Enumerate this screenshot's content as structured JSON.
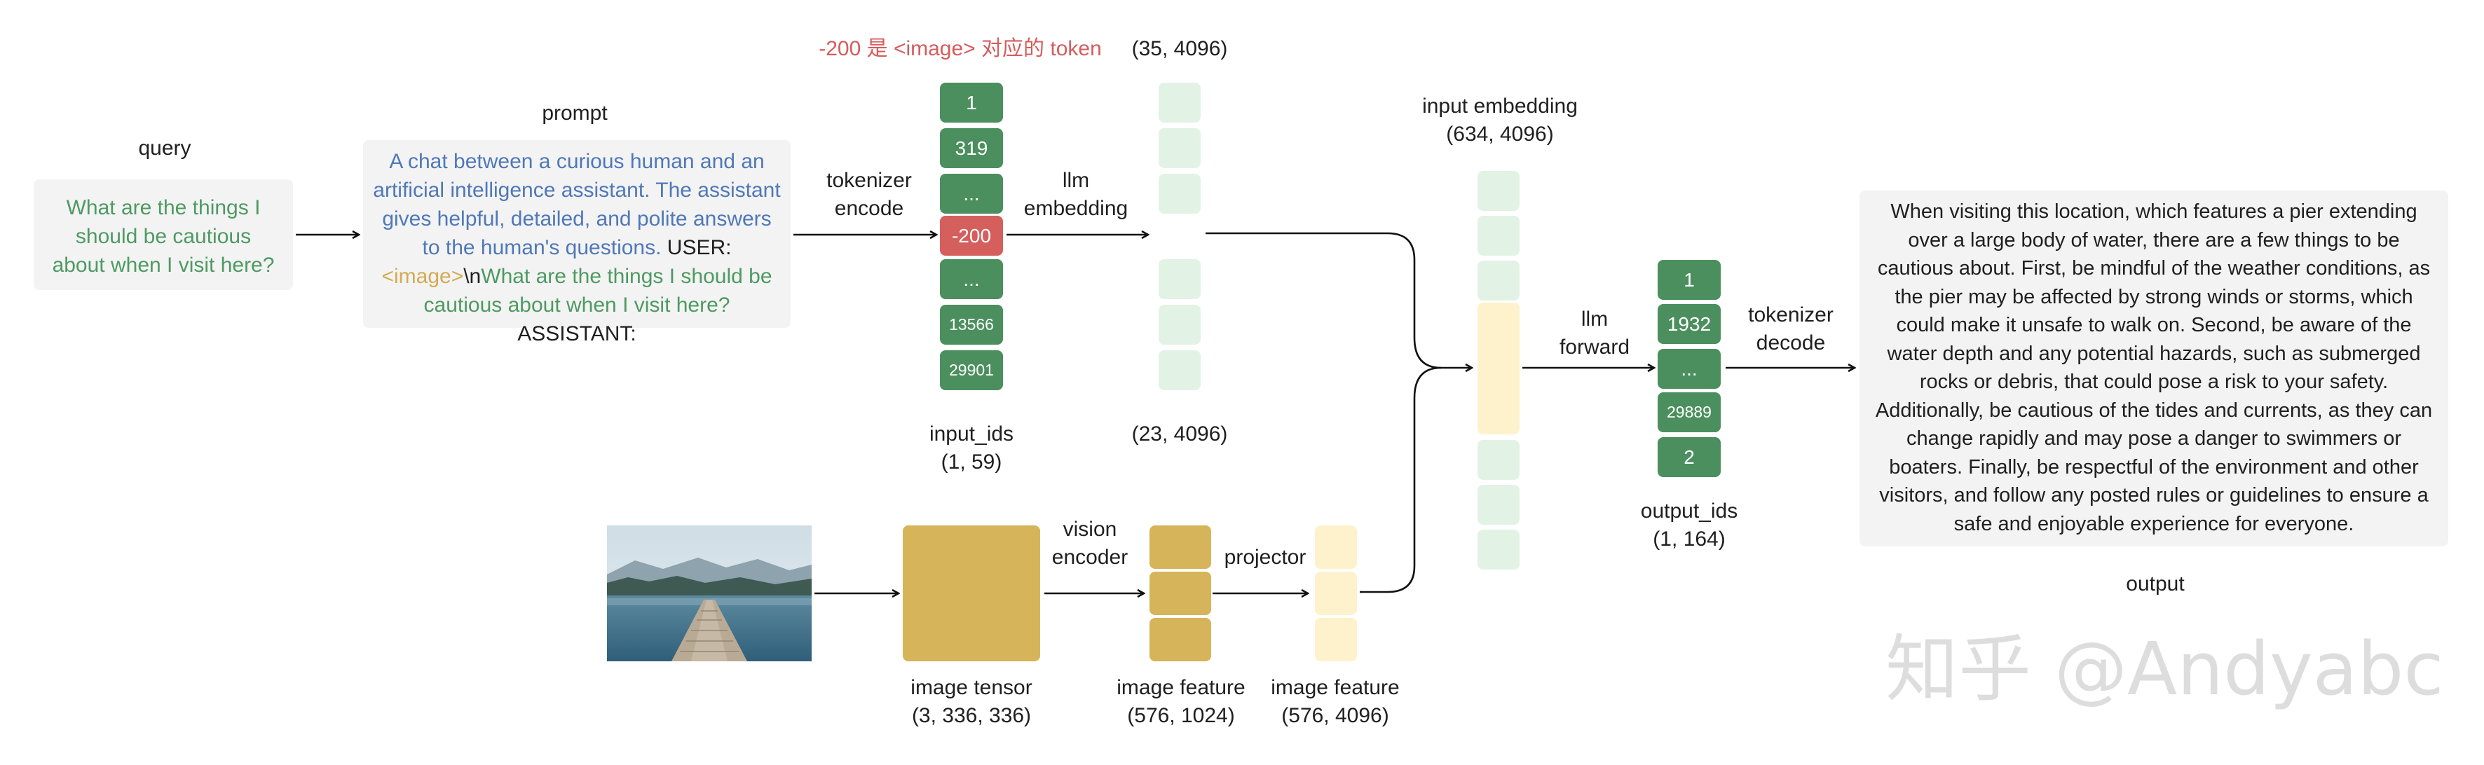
{
  "labels": {
    "query": "query",
    "prompt": "prompt",
    "tokenizer_encode": [
      "tokenizer",
      "encode"
    ],
    "llm_embedding": [
      "llm",
      "embedding"
    ],
    "image_token_note": "-200 是 <image> 对应的 token",
    "emb_top_shape": "(35, 4096)",
    "emb_bottom_shape": "(23, 4096)",
    "input_ids": [
      "input_ids",
      "(1, 59)"
    ],
    "input_embedding": [
      "input embedding",
      "(634, 4096)"
    ],
    "llm_forward": [
      "llm",
      "forward"
    ],
    "tokenizer_decode": [
      "tokenizer",
      "decode"
    ],
    "output_ids": [
      "output_ids",
      "(1, 164)"
    ],
    "output": "output",
    "vision_encoder": [
      "vision",
      "encoder"
    ],
    "projector": "projector",
    "image_tensor": [
      "image tensor",
      "(3, 336, 336)"
    ],
    "image_feature_1024": [
      "image feature",
      "(576, 1024)"
    ],
    "image_feature_4096": [
      "image feature",
      "(576, 4096)"
    ]
  },
  "query_text": "What are the things I should be cautious about when I visit here?",
  "prompt": {
    "system": "A chat between a curious human and an artificial intelligence assistant. The assistant gives helpful, detailed, and polite answers to the human's questions.",
    "user_tag": " USER:",
    "image_tag": "<image>",
    "newline": "\\n",
    "question": "What are the things I should be cautious about when I visit here?",
    "assistant_tag": " ASSISTANT:"
  },
  "input_tokens": [
    "1",
    "319",
    "...",
    "-200",
    "...",
    "13566",
    "29901"
  ],
  "output_tokens": [
    "1",
    "1932",
    "...",
    "29889",
    "2"
  ],
  "output_text": "When visiting this location, which features a pier extending over a large body of water, there are a few things to be cautious about. First, be mindful of the weather conditions, as the pier may be affected by strong winds or storms, which could make it unsafe to walk on. Second, be aware of the water depth and any potential hazards, such as submerged rocks or debris, that could pose a risk to your safety. Additionally, be cautious of the tides and currents, as they can change rapidly and may pose a danger to swimmers or boaters. Finally, be respectful of the environment and other visitors, and follow any posted rules or guidelines to ensure a safe and enjoyable experience for everyone.",
  "watermark": "知乎 @Andyabc",
  "colors": {
    "token_green": "#4b8f5e",
    "token_red": "#d45f5d",
    "embedding_green": "#e2f3e6",
    "embedding_yellow": "#fdf2cc",
    "vision_gold": "#d6b45a",
    "query_green": "#4e9a62",
    "prompt_blue": "#4f78b8",
    "image_tag_gold": "#d3ab52"
  }
}
